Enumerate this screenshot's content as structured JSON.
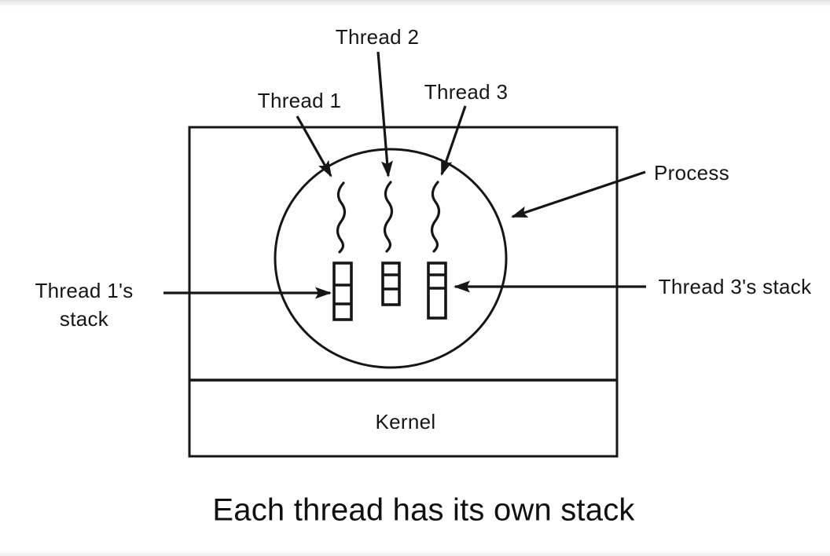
{
  "diagram": {
    "thread1_label": "Thread 1",
    "thread2_label": "Thread 2",
    "thread3_label": "Thread 3",
    "process_label": "Process",
    "thread1_stack_label": {
      "line1": "Thread 1's",
      "line2": "stack"
    },
    "thread3_stack_label": "Thread 3's stack",
    "kernel_label": "Kernel",
    "caption": "Each thread has its own stack",
    "colors": {
      "ink": "#161616",
      "background": "#ffffff"
    }
  }
}
